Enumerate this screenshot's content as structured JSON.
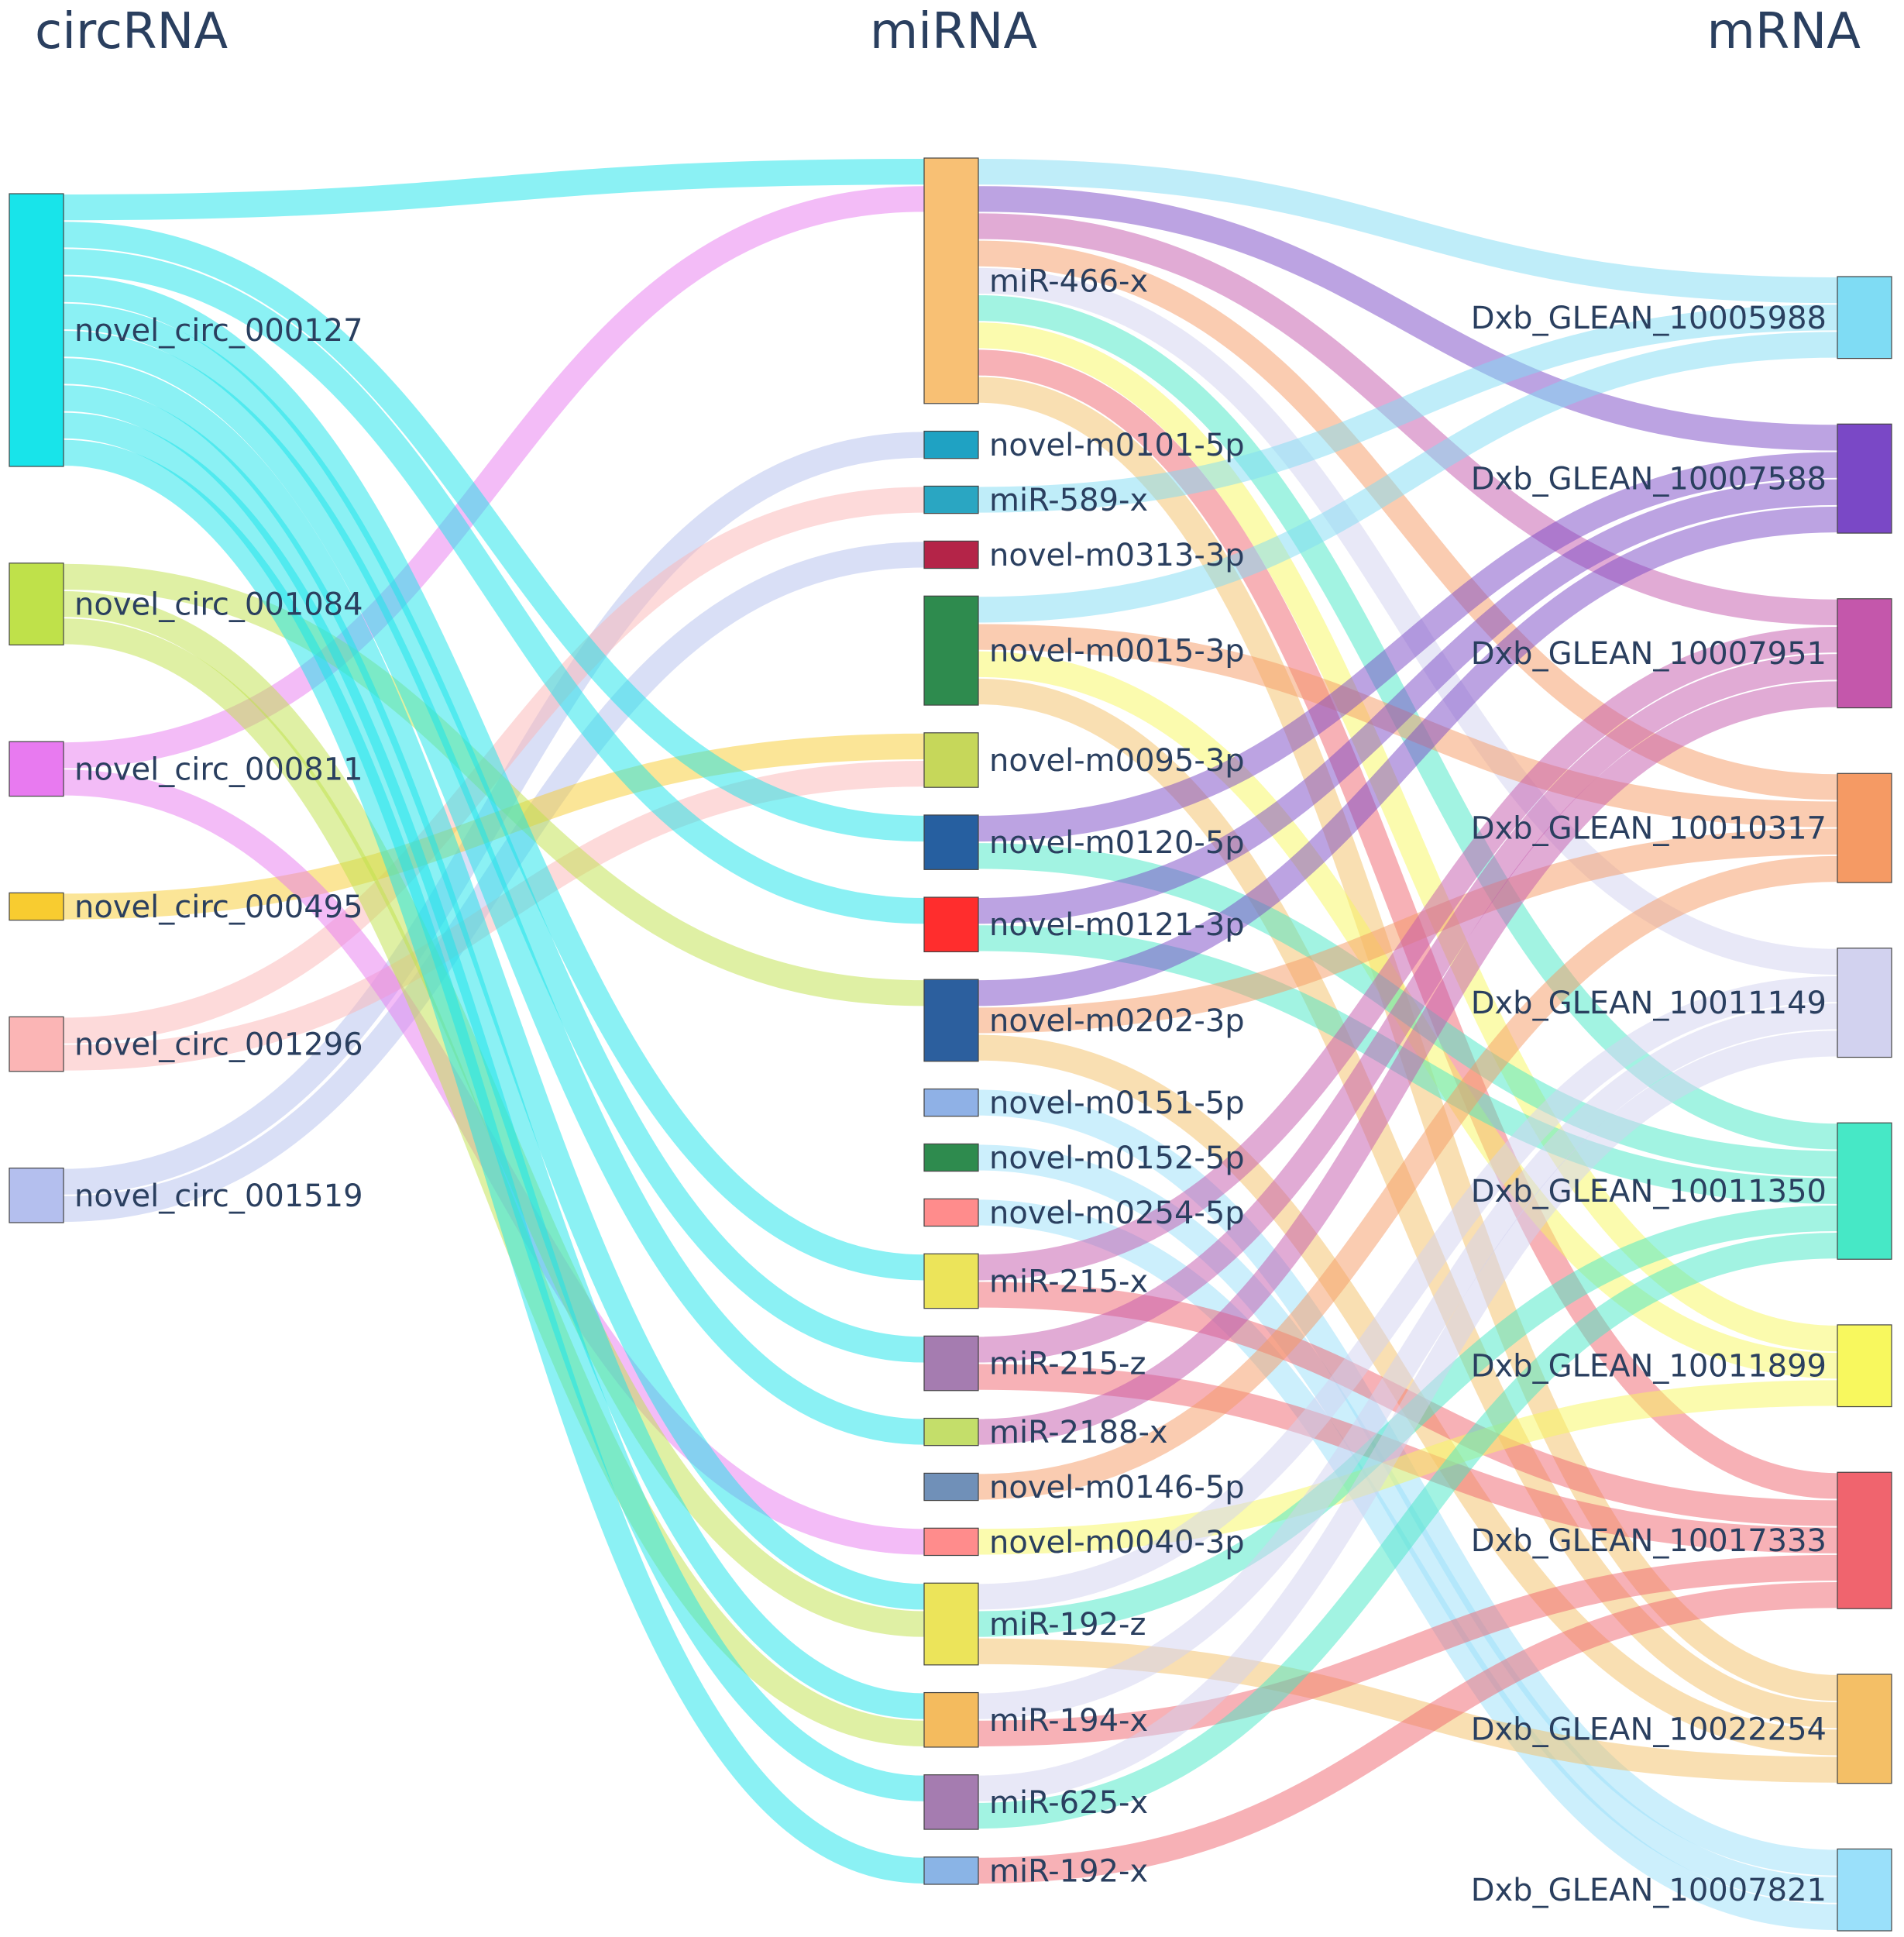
{
  "columns": [
    "circRNA",
    "miRNA",
    "mRNA"
  ],
  "nodes": {
    "circRNA": [
      {
        "id": "novel_circ_000127",
        "color": "#18e4ea"
      },
      {
        "id": "novel_circ_001084",
        "color": "#bfe14a"
      },
      {
        "id": "novel_circ_000811",
        "color": "#e87af0"
      },
      {
        "id": "novel_circ_000495",
        "color": "#f8cc30"
      },
      {
        "id": "novel_circ_001296",
        "color": "#fbb5b5"
      },
      {
        "id": "novel_circ_001519",
        "color": "#b4bfee"
      }
    ],
    "miRNA": [
      {
        "id": "miR-466-x",
        "color": "#f8c074"
      },
      {
        "id": "novel-m0101-5p",
        "color": "#1fa2c3"
      },
      {
        "id": "miR-589-x",
        "color": "#2aa6c2"
      },
      {
        "id": "novel-m0313-3p",
        "color": "#b42448"
      },
      {
        "id": "novel-m0015-3p",
        "color": "#2e8b4e"
      },
      {
        "id": "novel-m0095-3p",
        "color": "#c6d75a"
      },
      {
        "id": "novel-m0120-5p",
        "color": "#265fa0"
      },
      {
        "id": "novel-m0121-3p",
        "color": "#ff2d2d"
      },
      {
        "id": "novel-m0202-3p",
        "color": "#2c5f9e"
      },
      {
        "id": "novel-m0151-5p",
        "color": "#8fb1e6"
      },
      {
        "id": "novel-m0152-5p",
        "color": "#2e8b4e"
      },
      {
        "id": "novel-m0254-5p",
        "color": "#ff8c8c"
      },
      {
        "id": "miR-215-x",
        "color": "#ece45a"
      },
      {
        "id": "miR-215-z",
        "color": "#a57cb0"
      },
      {
        "id": "miR-2188-x",
        "color": "#c4de6a"
      },
      {
        "id": "novel-m0146-5p",
        "color": "#7090b8"
      },
      {
        "id": "novel-m0040-3p",
        "color": "#ff8c8c"
      },
      {
        "id": "miR-192-z",
        "color": "#ece45a"
      },
      {
        "id": "miR-194-x",
        "color": "#f4bb5e"
      },
      {
        "id": "miR-625-x",
        "color": "#a57cb0"
      },
      {
        "id": "miR-192-x",
        "color": "#8ab4e6"
      }
    ],
    "mRNA": [
      {
        "id": "Dxb_GLEAN_10005988",
        "color": "#7fdcf4"
      },
      {
        "id": "Dxb_GLEAN_10007588",
        "color": "#7a48c6"
      },
      {
        "id": "Dxb_GLEAN_10007951",
        "color": "#c457ab"
      },
      {
        "id": "Dxb_GLEAN_10010317",
        "color": "#f59a64"
      },
      {
        "id": "Dxb_GLEAN_10011149",
        "color": "#d2d2ef"
      },
      {
        "id": "Dxb_GLEAN_10011350",
        "color": "#46e8c6"
      },
      {
        "id": "Dxb_GLEAN_10011899",
        "color": "#f8f85e"
      },
      {
        "id": "Dxb_GLEAN_10017333",
        "color": "#f0646e"
      },
      {
        "id": "Dxb_GLEAN_10022254",
        "color": "#f4bf66"
      },
      {
        "id": "Dxb_GLEAN_10007821",
        "color": "#9ae0fa"
      }
    ]
  },
  "chart_data": {
    "type": "sankey",
    "links": [
      {
        "source": "novel_circ_000127",
        "target": "miR-466-x",
        "value": 1,
        "color": "#18e4ea"
      },
      {
        "source": "novel_circ_000811",
        "target": "miR-466-x",
        "value": 1,
        "color": "#e87af0"
      },
      {
        "source": "novel_circ_001519",
        "target": "novel-m0101-5p",
        "value": 1,
        "color": "#b4bfee"
      },
      {
        "source": "novel_circ_001296",
        "target": "miR-589-x",
        "value": 1,
        "color": "#fbb5b5"
      },
      {
        "source": "novel_circ_001519",
        "target": "novel-m0313-3p",
        "value": 1,
        "color": "#b4bfee"
      },
      {
        "source": "novel_circ_000495",
        "target": "novel-m0095-3p",
        "value": 1,
        "color": "#f8cc30"
      },
      {
        "source": "novel_circ_001296",
        "target": "novel-m0095-3p",
        "value": 1,
        "color": "#fbb5b5"
      },
      {
        "source": "novel_circ_000127",
        "target": "novel-m0120-5p",
        "value": 1,
        "color": "#18e4ea"
      },
      {
        "source": "novel_circ_000127",
        "target": "novel-m0121-3p",
        "value": 1,
        "color": "#18e4ea"
      },
      {
        "source": "novel_circ_001084",
        "target": "novel-m0202-3p",
        "value": 1,
        "color": "#bfe14a"
      },
      {
        "source": "novel_circ_000127",
        "target": "miR-215-x",
        "value": 1,
        "color": "#18e4ea"
      },
      {
        "source": "novel_circ_000127",
        "target": "miR-215-z",
        "value": 1,
        "color": "#18e4ea"
      },
      {
        "source": "novel_circ_000127",
        "target": "miR-2188-x",
        "value": 1,
        "color": "#18e4ea"
      },
      {
        "source": "novel_circ_000811",
        "target": "novel-m0040-3p",
        "value": 1,
        "color": "#e87af0"
      },
      {
        "source": "novel_circ_000127",
        "target": "miR-192-z",
        "value": 1,
        "color": "#18e4ea"
      },
      {
        "source": "novel_circ_001084",
        "target": "miR-192-z",
        "value": 1,
        "color": "#bfe14a"
      },
      {
        "source": "novel_circ_000127",
        "target": "miR-194-x",
        "value": 1,
        "color": "#18e4ea"
      },
      {
        "source": "novel_circ_001084",
        "target": "miR-194-x",
        "value": 1,
        "color": "#bfe14a"
      },
      {
        "source": "novel_circ_000127",
        "target": "miR-625-x",
        "value": 1,
        "color": "#18e4ea"
      },
      {
        "source": "novel_circ_000127",
        "target": "miR-192-x",
        "value": 1,
        "color": "#18e4ea"
      },
      {
        "source": "miR-466-x",
        "target": "Dxb_GLEAN_10005988",
        "value": 1,
        "color": "#7fdcf4"
      },
      {
        "source": "miR-466-x",
        "target": "Dxb_GLEAN_10007588",
        "value": 1,
        "color": "#7a48c6"
      },
      {
        "source": "miR-466-x",
        "target": "Dxb_GLEAN_10007951",
        "value": 1,
        "color": "#c457ab"
      },
      {
        "source": "miR-466-x",
        "target": "Dxb_GLEAN_10010317",
        "value": 1,
        "color": "#f59a64"
      },
      {
        "source": "miR-466-x",
        "target": "Dxb_GLEAN_10011149",
        "value": 1,
        "color": "#d2d2ef"
      },
      {
        "source": "miR-466-x",
        "target": "Dxb_GLEAN_10011350",
        "value": 1,
        "color": "#46e8c6"
      },
      {
        "source": "miR-466-x",
        "target": "Dxb_GLEAN_10011899",
        "value": 1,
        "color": "#f8f85e"
      },
      {
        "source": "miR-466-x",
        "target": "Dxb_GLEAN_10017333",
        "value": 1,
        "color": "#f0646e"
      },
      {
        "source": "miR-466-x",
        "target": "Dxb_GLEAN_10022254",
        "value": 1,
        "color": "#f4bf66"
      },
      {
        "source": "miR-589-x",
        "target": "Dxb_GLEAN_10005988",
        "value": 1,
        "color": "#7fdcf4"
      },
      {
        "source": "novel-m0015-3p",
        "target": "Dxb_GLEAN_10010317",
        "value": 1,
        "color": "#f59a64"
      },
      {
        "source": "novel-m0015-3p",
        "target": "Dxb_GLEAN_10011899",
        "value": 1,
        "color": "#f8f85e"
      },
      {
        "source": "novel-m0015-3p",
        "target": "Dxb_GLEAN_10022254",
        "value": 1,
        "color": "#f4bf66"
      },
      {
        "source": "novel-m0015-3p",
        "target": "Dxb_GLEAN_10005988",
        "value": 1,
        "color": "#7fdcf4"
      },
      {
        "source": "novel-m0120-5p",
        "target": "Dxb_GLEAN_10007588",
        "value": 1,
        "color": "#7a48c6"
      },
      {
        "source": "novel-m0120-5p",
        "target": "Dxb_GLEAN_10011350",
        "value": 1,
        "color": "#46e8c6"
      },
      {
        "source": "novel-m0121-3p",
        "target": "Dxb_GLEAN_10007588",
        "value": 1,
        "color": "#7a48c6"
      },
      {
        "source": "novel-m0121-3p",
        "target": "Dxb_GLEAN_10011350",
        "value": 1,
        "color": "#46e8c6"
      },
      {
        "source": "novel-m0202-3p",
        "target": "Dxb_GLEAN_10007588",
        "value": 1,
        "color": "#7a48c6"
      },
      {
        "source": "novel-m0202-3p",
        "target": "Dxb_GLEAN_10010317",
        "value": 1,
        "color": "#f59a64"
      },
      {
        "source": "novel-m0202-3p",
        "target": "Dxb_GLEAN_10022254",
        "value": 1,
        "color": "#f4bf66"
      },
      {
        "source": "novel-m0151-5p",
        "target": "Dxb_GLEAN_10007821",
        "value": 1,
        "color": "#9ae0fa"
      },
      {
        "source": "novel-m0152-5p",
        "target": "Dxb_GLEAN_10007821",
        "value": 1,
        "color": "#9ae0fa"
      },
      {
        "source": "novel-m0254-5p",
        "target": "Dxb_GLEAN_10007821",
        "value": 1,
        "color": "#9ae0fa"
      },
      {
        "source": "miR-215-x",
        "target": "Dxb_GLEAN_10007951",
        "value": 1,
        "color": "#c457ab"
      },
      {
        "source": "miR-215-x",
        "target": "Dxb_GLEAN_10017333",
        "value": 1,
        "color": "#f0646e"
      },
      {
        "source": "miR-215-z",
        "target": "Dxb_GLEAN_10007951",
        "value": 1,
        "color": "#c457ab"
      },
      {
        "source": "miR-215-z",
        "target": "Dxb_GLEAN_10017333",
        "value": 1,
        "color": "#f0646e"
      },
      {
        "source": "miR-2188-x",
        "target": "Dxb_GLEAN_10007951",
        "value": 1,
        "color": "#c457ab"
      },
      {
        "source": "novel-m0146-5p",
        "target": "Dxb_GLEAN_10010317",
        "value": 1,
        "color": "#f59a64"
      },
      {
        "source": "novel-m0040-3p",
        "target": "Dxb_GLEAN_10011899",
        "value": 1,
        "color": "#f8f85e"
      },
      {
        "source": "miR-192-z",
        "target": "Dxb_GLEAN_10011149",
        "value": 1,
        "color": "#d2d2ef"
      },
      {
        "source": "miR-192-z",
        "target": "Dxb_GLEAN_10011350",
        "value": 1,
        "color": "#46e8c6"
      },
      {
        "source": "miR-192-z",
        "target": "Dxb_GLEAN_10022254",
        "value": 1,
        "color": "#f4bf66"
      },
      {
        "source": "miR-194-x",
        "target": "Dxb_GLEAN_10011149",
        "value": 1,
        "color": "#d2d2ef"
      },
      {
        "source": "miR-194-x",
        "target": "Dxb_GLEAN_10017333",
        "value": 1,
        "color": "#f0646e"
      },
      {
        "source": "miR-625-x",
        "target": "Dxb_GLEAN_10011149",
        "value": 1,
        "color": "#d2d2ef"
      },
      {
        "source": "miR-625-x",
        "target": "Dxb_GLEAN_10011350",
        "value": 1,
        "color": "#46e8c6"
      },
      {
        "source": "miR-192-x",
        "target": "Dxb_GLEAN_10017333",
        "value": 1,
        "color": "#f0646e"
      }
    ]
  }
}
